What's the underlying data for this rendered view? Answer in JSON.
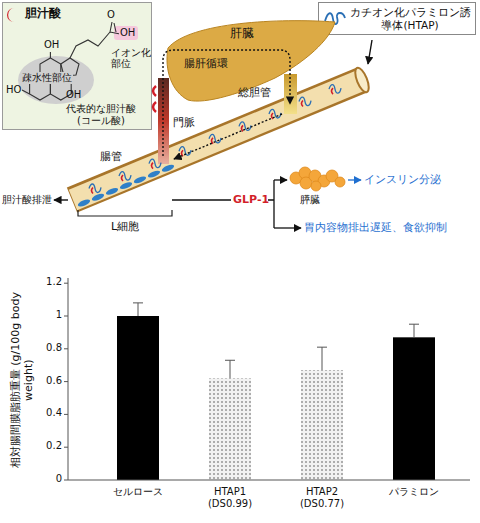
{
  "diagram": {
    "nodes": [
      {
        "text": [
          "胆汁酸",
          "疎水性部位",
          "イオン化部位",
          "代表的な胆汁酸 (コール酸)"
        ]
      },
      {
        "text": [
          "カチオン化パラミロン誘導体(HTAP)"
        ]
      },
      {
        "text": [
          "肝臓"
        ]
      }
    ],
    "labels": [
      "O",
      "OH",
      "OH",
      "HO",
      "OH",
      "門脈",
      "腸肝循環",
      "総胆管",
      "腸管",
      "L細胞",
      "GLP-1",
      "膵臓",
      "インスリン分泌",
      "胃内容物排出遅延、食欲抑制",
      "胆汁酸排泄",
      "0",
      "0.2",
      "0.4",
      "0.6",
      "0.8",
      "1",
      "1.2",
      "相対腸間膜脂肪重量 (g/100g body weight)",
      "セルロース",
      "HTAP1 (DS0.99)",
      "HTAP2 (DS0.77)",
      "パラミロン"
    ]
  }
}
